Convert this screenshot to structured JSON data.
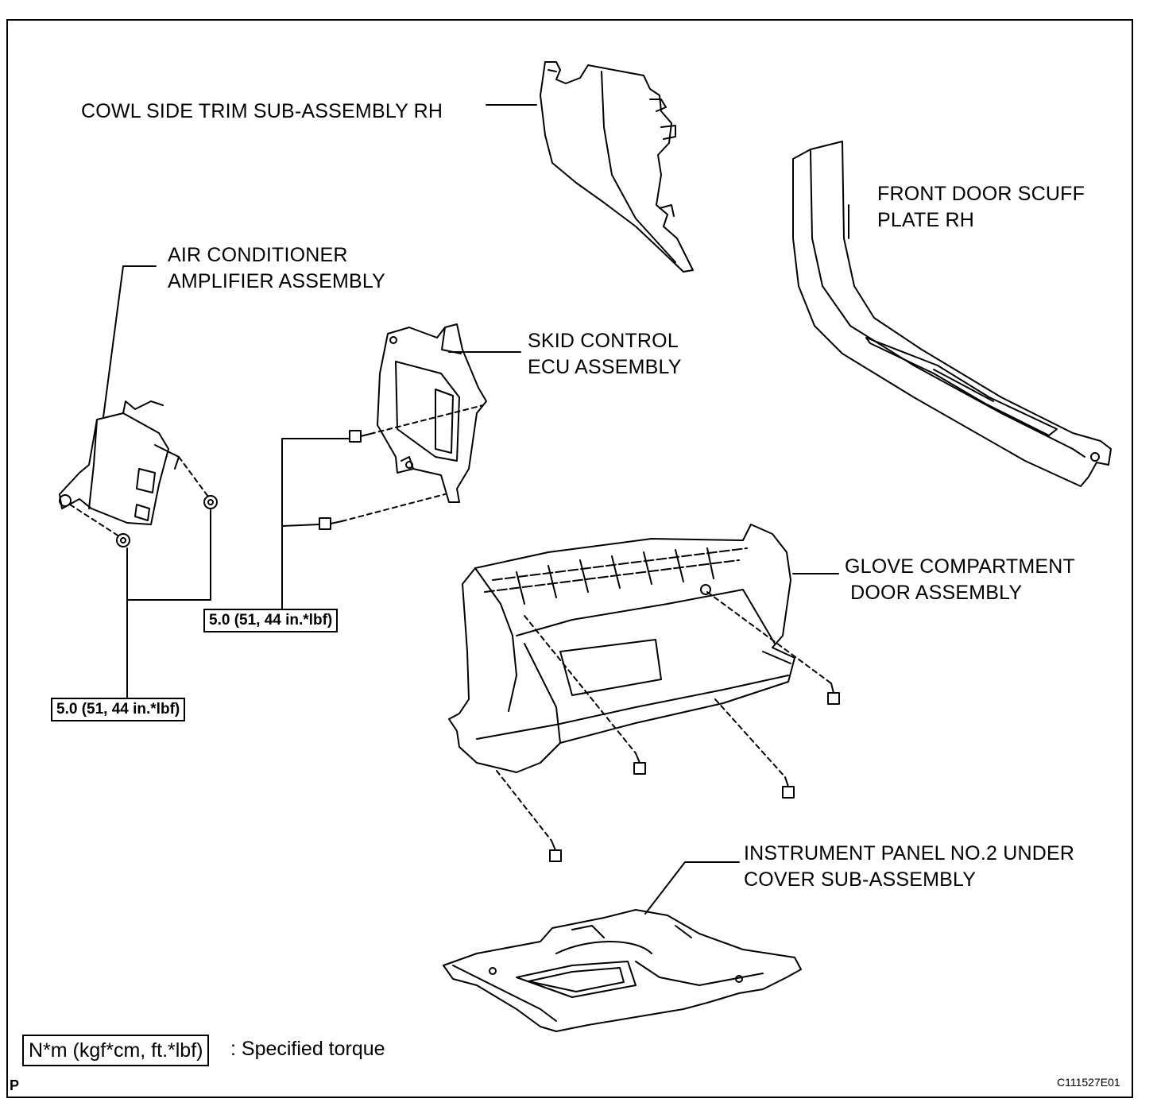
{
  "labels": {
    "cowl_side_trim": "COWL SIDE TRIM SUB-ASSEMBLY RH",
    "front_door_scuff": [
      "FRONT DOOR SCUFF",
      "PLATE RH"
    ],
    "ac_amplifier": [
      "AIR CONDITIONER",
      "AMPLIFIER ASSEMBLY"
    ],
    "skid_control": [
      "SKID CONTROL",
      "ECU ASSEMBLY"
    ],
    "glove_compartment": [
      "GLOVE COMPARTMENT",
      " DOOR ASSEMBLY"
    ],
    "instrument_panel": [
      "INSTRUMENT PANEL NO.2 UNDER",
      "COVER SUB-ASSEMBLY"
    ]
  },
  "torque_specs": {
    "ecu": "5.0 (51, 44 in.*lbf)",
    "amplifier": "5.0 (51, 44 in.*lbf)"
  },
  "legend": {
    "unit_box": "N*m (kgf*cm, ft.*lbf)",
    "meaning": ": Specified torque"
  },
  "corner_mark": "P",
  "figure_code": "C111527E01"
}
